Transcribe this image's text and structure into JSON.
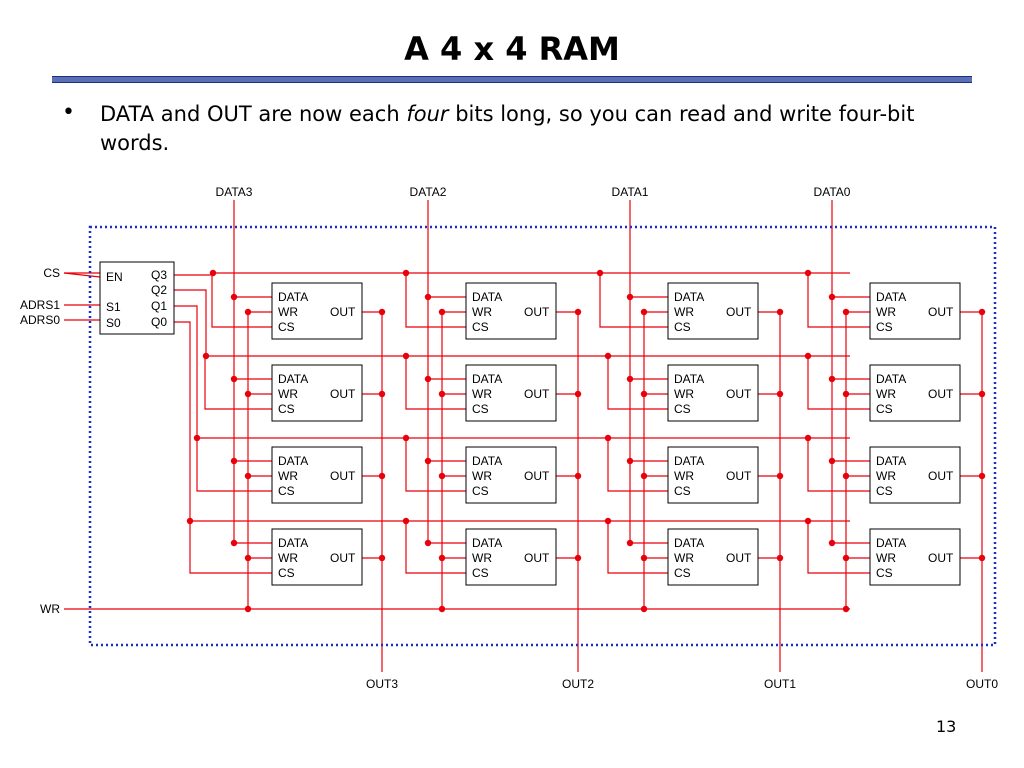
{
  "slide": {
    "title": "A 4 x 4 RAM",
    "bullet": {
      "before": "DATA and OUT are now each ",
      "emphasis": "four",
      "after": " bits long, so you can read and write four-bit words."
    },
    "page_number": "13"
  },
  "diagram": {
    "data_inputs": [
      "DATA3",
      "DATA2",
      "DATA1",
      "DATA0"
    ],
    "outputs": [
      "OUT3",
      "OUT2",
      "OUT1",
      "OUT0"
    ],
    "left_inputs": [
      "CS",
      "ADRS1",
      "ADRS0",
      "WR"
    ],
    "decoder": {
      "pins_left": [
        "EN",
        "S1",
        "S0"
      ],
      "pins_right": [
        "Q3",
        "Q2",
        "Q1",
        "Q0"
      ]
    },
    "cell_pins": {
      "data": "DATA",
      "wr": "WR",
      "cs": "CS",
      "out": "OUT"
    },
    "wire_color": "#e8000b",
    "border_color": "#1f2fc0"
  }
}
